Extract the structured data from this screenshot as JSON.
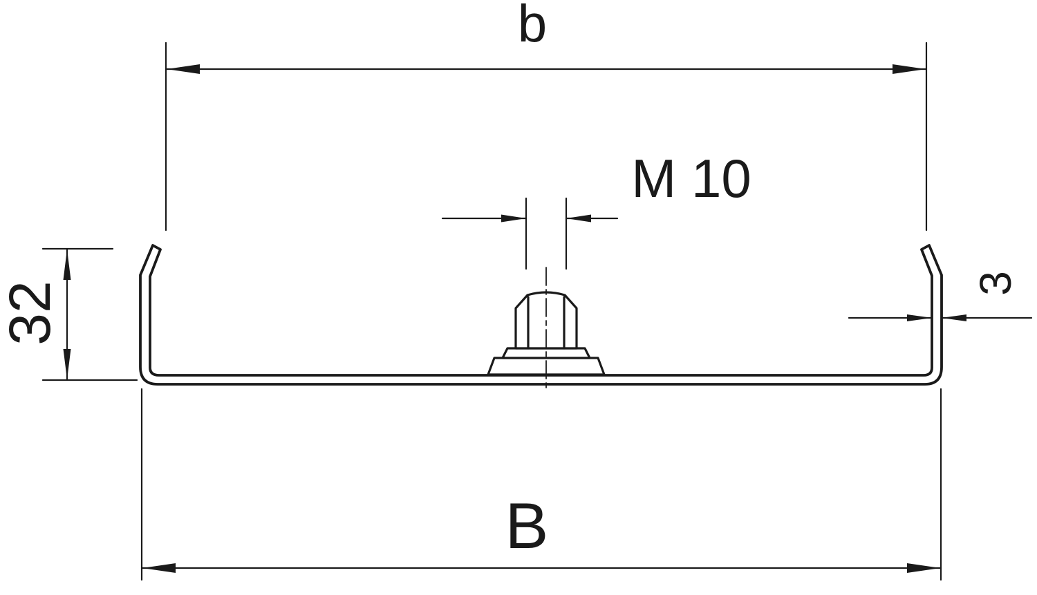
{
  "drawing": {
    "background": "#ffffff",
    "line_color": "#1a1a1a",
    "labels": {
      "width_top": "b",
      "thread_size": "M 10",
      "height_left": "32",
      "thickness_right": "3",
      "width_bottom": "B"
    }
  }
}
